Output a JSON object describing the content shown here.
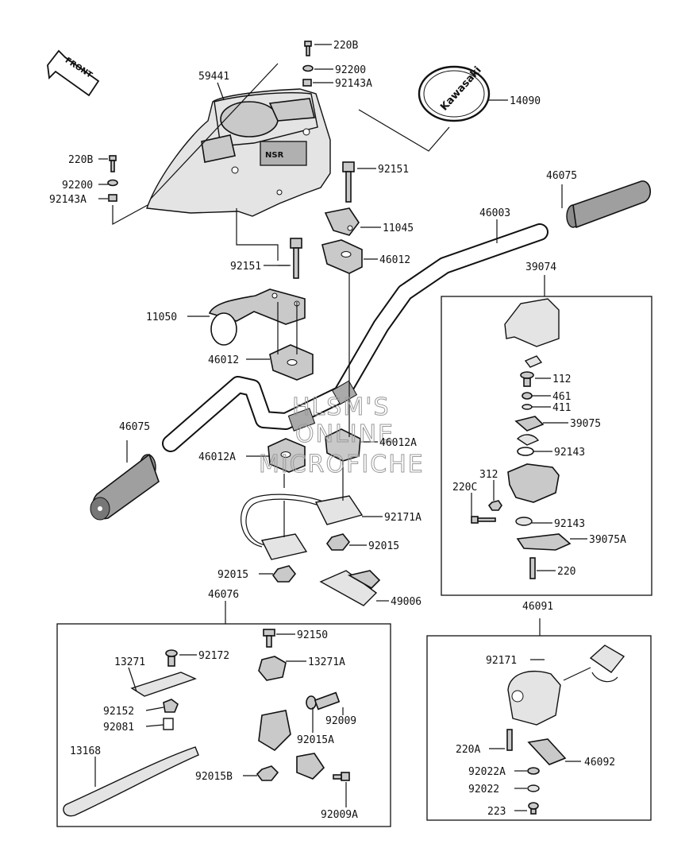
{
  "front_label": "FRONT",
  "logo_text": "Kawasaki",
  "watermark": [
    "HLSM'S",
    "ONLINE",
    "MICROFICHE"
  ],
  "groups": {
    "switch_left": "39074",
    "lever_assembly": "46076",
    "switch_right": "46091"
  },
  "part_labels": [
    {
      "id": "l-220b-top",
      "text": "220B"
    },
    {
      "id": "l-92200-top",
      "text": "92200"
    },
    {
      "id": "l-92143a-top",
      "text": "92143A"
    },
    {
      "id": "l-59441",
      "text": "59441"
    },
    {
      "id": "l-14090",
      "text": "14090"
    },
    {
      "id": "l-220b-left",
      "text": "220B"
    },
    {
      "id": "l-92200-left",
      "text": "92200"
    },
    {
      "id": "l-92143a-left",
      "text": "92143A"
    },
    {
      "id": "l-92151-right",
      "text": "92151"
    },
    {
      "id": "l-46075-top",
      "text": "46075"
    },
    {
      "id": "l-46003",
      "text": "46003"
    },
    {
      "id": "l-11045",
      "text": "11045"
    },
    {
      "id": "l-46012-top",
      "text": "46012"
    },
    {
      "id": "l-92151-left",
      "text": "92151"
    },
    {
      "id": "l-11050",
      "text": "11050"
    },
    {
      "id": "l-46012-mid",
      "text": "46012"
    },
    {
      "id": "l-46075-left",
      "text": "46075"
    },
    {
      "id": "l-46012a-left",
      "text": "46012A"
    },
    {
      "id": "l-46012a-right",
      "text": "46012A"
    },
    {
      "id": "l-92171a",
      "text": "92171A"
    },
    {
      "id": "l-92015-right",
      "text": "92015"
    },
    {
      "id": "l-92015-left",
      "text": "92015"
    },
    {
      "id": "l-49006",
      "text": "49006"
    },
    {
      "id": "l-112",
      "text": "112"
    },
    {
      "id": "l-461",
      "text": "461"
    },
    {
      "id": "l-411",
      "text": "411"
    },
    {
      "id": "l-39075",
      "text": "39075"
    },
    {
      "id": "l-92143-a",
      "text": "92143"
    },
    {
      "id": "l-312",
      "text": "312"
    },
    {
      "id": "l-220c",
      "text": "220C"
    },
    {
      "id": "l-92143-b",
      "text": "92143"
    },
    {
      "id": "l-39075a",
      "text": "39075A"
    },
    {
      "id": "l-220",
      "text": "220"
    },
    {
      "id": "l-92150",
      "text": "92150"
    },
    {
      "id": "l-13271",
      "text": "13271"
    },
    {
      "id": "l-92172",
      "text": "92172"
    },
    {
      "id": "l-13271a",
      "text": "13271A"
    },
    {
      "id": "l-92152",
      "text": "92152"
    },
    {
      "id": "l-92081",
      "text": "92081"
    },
    {
      "id": "l-92009",
      "text": "92009"
    },
    {
      "id": "l-92015a",
      "text": "92015A"
    },
    {
      "id": "l-13168",
      "text": "13168"
    },
    {
      "id": "l-92015b",
      "text": "92015B"
    },
    {
      "id": "l-92009a",
      "text": "92009A"
    },
    {
      "id": "l-92171",
      "text": "92171"
    },
    {
      "id": "l-220a",
      "text": "220A"
    },
    {
      "id": "l-46092",
      "text": "46092"
    },
    {
      "id": "l-92022a",
      "text": "92022A"
    },
    {
      "id": "l-92022",
      "text": "92022"
    },
    {
      "id": "l-223",
      "text": "223"
    }
  ]
}
